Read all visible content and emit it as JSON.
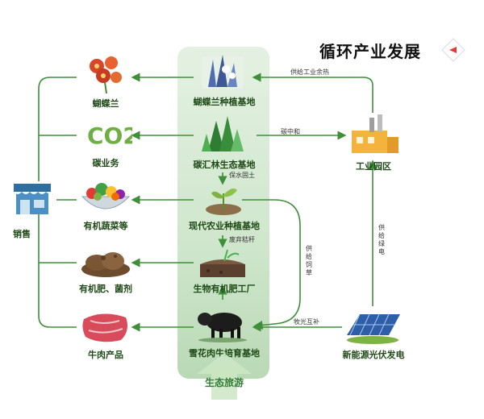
{
  "title": "循环产业发展",
  "left_nodes": [
    {
      "label": "蝴蝶兰",
      "icon": "orchid-icon"
    },
    {
      "label": "碳业务",
      "icon": "co2-icon",
      "icon_text": "CO2"
    },
    {
      "label": "有机蔬菜等",
      "icon": "vegetables-icon"
    },
    {
      "label": "有机肥、菌剂",
      "icon": "fertilizer-icon"
    },
    {
      "label": "牛肉产品",
      "icon": "beef-icon"
    }
  ],
  "center_nodes": [
    {
      "label": "蝴蝶兰种植基地"
    },
    {
      "label": "碳汇林生态基地"
    },
    {
      "label": "现代农业种植基地"
    },
    {
      "label": "生物有机肥工厂"
    },
    {
      "label": "雪花肉牛培育基地"
    }
  ],
  "sales": {
    "label": "销售"
  },
  "right_nodes": {
    "industrial": {
      "label": "工业园区"
    },
    "solar": {
      "label": "新能源光伏发电"
    }
  },
  "tourism": {
    "label": "生态旅游"
  },
  "edge_labels": {
    "industry_waste_heat": "供给工业余热",
    "carbon_neutral": "碳中和",
    "soil_conservation": "保水固土",
    "straw_discard": "废弃秸秆",
    "feed_supply": "供给饲草",
    "agrivoltaic": "牧光互补",
    "green_power": "供给绿电"
  },
  "colors": {
    "accent_green": "#2e7d32",
    "line_green": "#3f8f3a",
    "column_bg": "#d6ead3",
    "badge_red": "#e53935"
  }
}
